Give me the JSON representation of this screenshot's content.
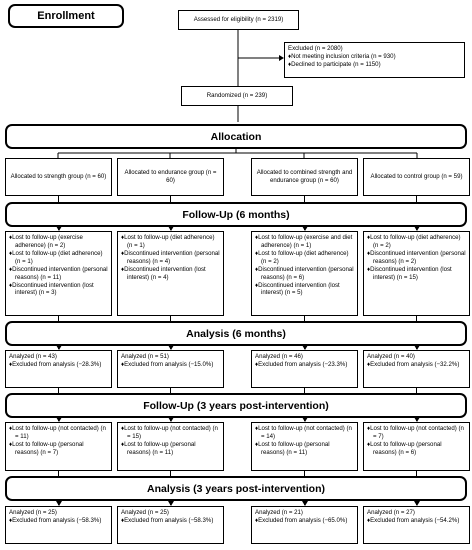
{
  "enrollment": "Enrollment",
  "assessed": "Assessed for eligibility (n = 2319)",
  "excluded": {
    "title": "Excluded (n = 2080)",
    "items": [
      "Not meeting inclusion criteria (n = 930)",
      "Declined to participate (n = 1150)"
    ]
  },
  "randomized": "Randomized (n = 239)",
  "allocation_title": "Allocation",
  "groups": [
    {
      "allocated": "Allocated to strength group (n = 60)",
      "fu6_items": [
        "Lost to follow-up (exercise adherence) (n = 2)",
        "Lost to follow-up (diet adherence) (n = 1)",
        "Discontinued intervention (personal reasons) (n = 11)",
        "Discontinued intervention (lost interest) (n = 3)"
      ],
      "an6_title": "Analyzed (n = 43)",
      "an6_items": [
        "Excluded from analysis (−28.3%)"
      ],
      "fu3_items": [
        "Lost to follow-up (not contacted) (n = 11)",
        "Lost to follow-up (personal reasons) (n = 7)"
      ],
      "an3_title": "Analyzed (n = 25)",
      "an3_items": [
        "Excluded from analysis (−58.3%)"
      ]
    },
    {
      "allocated": "Allocated to endurance group (n = 60)",
      "fu6_items": [
        "Lost to follow-up (diet adherence) (n = 1)",
        "Discontinued intervention (personal reasons) (n = 4)",
        "Discontinued intervention (lost interest) (n = 4)"
      ],
      "an6_title": "Analyzed (n = 51)",
      "an6_items": [
        "Excluded from analysis (−15.0%)"
      ],
      "fu3_items": [
        "Lost to follow-up (not contacted) (n = 15)",
        "Lost to follow-up (personal reasons) (n = 11)"
      ],
      "an3_title": "Analyzed (n = 25)",
      "an3_items": [
        "Excluded from analysis (−58.3%)"
      ]
    },
    {
      "allocated": "Allocated to combined strength and endurance group (n = 60)",
      "fu6_items": [
        "Lost to follow-up (exercise and diet adherence) (n = 1)",
        "Lost to follow-up (diet adherence) (n = 2)",
        "Discontinued intervention (personal reasons) (n = 6)",
        "Discontinued intervention (lost interest) (n = 5)"
      ],
      "an6_title": "Analyzed (n = 46)",
      "an6_items": [
        "Excluded from analysis (−23.3%)"
      ],
      "fu3_items": [
        "Lost to follow-up (not contacted) (n = 14)",
        "Lost to follow-up (personal reasons) (n = 11)"
      ],
      "an3_title": "Analyzed (n = 21)",
      "an3_items": [
        "Excluded from analysis (−65.0%)"
      ]
    },
    {
      "allocated": "Allocated to control group (n = 59)",
      "fu6_items": [
        "Lost to follow-up (diet adherence) (n = 2)",
        "Discontinued intervention (personal reasons) (n = 2)",
        "Discontinued intervention (lost interest) (n = 15)"
      ],
      "an6_title": "Analyzed (n = 40)",
      "an6_items": [
        "Excluded from analysis (−32.2%)"
      ],
      "fu3_items": [
        "Lost to follow-up (not contacted) (n = 7)",
        "Lost to follow-up (personal reasons) (n = 6)"
      ],
      "an3_title": "Analyzed (n = 27)",
      "an3_items": [
        "Excluded from analysis (−54.2%)"
      ]
    }
  ],
  "fu6_title": "Follow-Up (6 months)",
  "an6_stage_title": "Analysis (6 months)",
  "fu3_title": "Follow-Up (3 years post-intervention)",
  "an3_stage_title": "Analysis (3 years post-intervention)"
}
